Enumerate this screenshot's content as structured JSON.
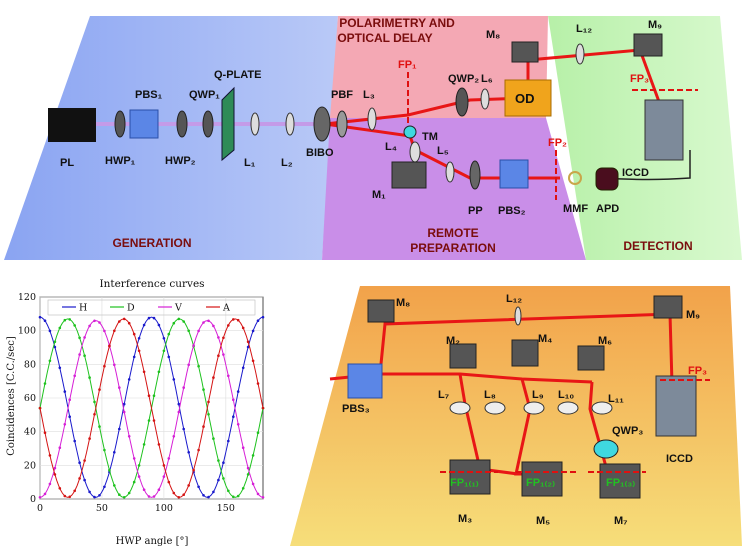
{
  "top_setup": {
    "sections": {
      "generation": "GENERATION",
      "polarimetry_line1": "POLARIMETRY AND",
      "polarimetry_line2": "OPTICAL DELAY",
      "remote_line1": "REMOTE",
      "remote_line2": "PREPARATION",
      "detection": "DETECTION"
    },
    "labels": {
      "pl": "PL",
      "hwp1": "HWP₁",
      "pbs1": "PBS₁",
      "qwp1": "QWP₁",
      "hwp2": "HWP₂",
      "qplate": "Q-PLATE",
      "l1": "L₁",
      "l2": "L₂",
      "bibo": "BIBO",
      "pbf": "PBF",
      "l3": "L₃",
      "fp1": "FP₁",
      "qwp2": "QWP₂",
      "l6": "L₆",
      "m8": "M₈",
      "od": "OD",
      "l12": "L₁₂",
      "m9": "M₉",
      "fp3": "FP₃",
      "iccd": "ICCD",
      "tm": "TM",
      "l4": "L₄",
      "l5": "L₅",
      "fp2": "FP₂",
      "m1": "M₁",
      "pp": "PP",
      "pbs2": "PBS₂",
      "mmf": "MMF",
      "apd": "APD"
    }
  },
  "bottom_setup": {
    "labels": {
      "m8": "M₈",
      "l12": "L₁₂",
      "m9": "M₉",
      "m2": "M₂",
      "m4": "M₄",
      "m6": "M₆",
      "pbs3": "PBS₃",
      "l7": "L₇",
      "l8": "L₈",
      "l9": "L₉",
      "l10": "L₁₀",
      "l11": "L₁₁",
      "qwp3": "QWP₃",
      "fp3": "FP₃",
      "iccd": "ICCD",
      "fp1_1": "FP₁₍₁₎",
      "fp1_2": "FP₁₍₂₎",
      "fp1_3": "FP₁₍₃₎",
      "m3": "M₃",
      "m5": "M₅",
      "m7": "M₇"
    }
  },
  "chart_data": {
    "type": "line",
    "title": "Interference curves",
    "xlabel": "HWP angle [°]",
    "ylabel": "Coincidences [C.C./sec]",
    "xlim": [
      0,
      180
    ],
    "ylim": [
      0,
      120
    ],
    "xticks": [
      0,
      50,
      100,
      150
    ],
    "yticks": [
      0,
      20,
      40,
      60,
      80,
      100,
      120
    ],
    "grid": true,
    "legend_position": "top",
    "series": [
      {
        "name": "H",
        "color": "#1a1acc",
        "peak_angles": [
          0,
          90,
          180
        ],
        "max": 108,
        "min": 1
      },
      {
        "name": "D",
        "color": "#1ec21e",
        "peak_angles": [
          22.5,
          112.5
        ],
        "max": 107,
        "min": 1
      },
      {
        "name": "V",
        "color": "#d61fd6",
        "peak_angles": [
          45,
          135
        ],
        "max": 106,
        "min": 1
      },
      {
        "name": "A",
        "color": "#d41414",
        "peak_angles": [
          67.5,
          157.5
        ],
        "max": 107,
        "min": 1
      }
    ]
  }
}
